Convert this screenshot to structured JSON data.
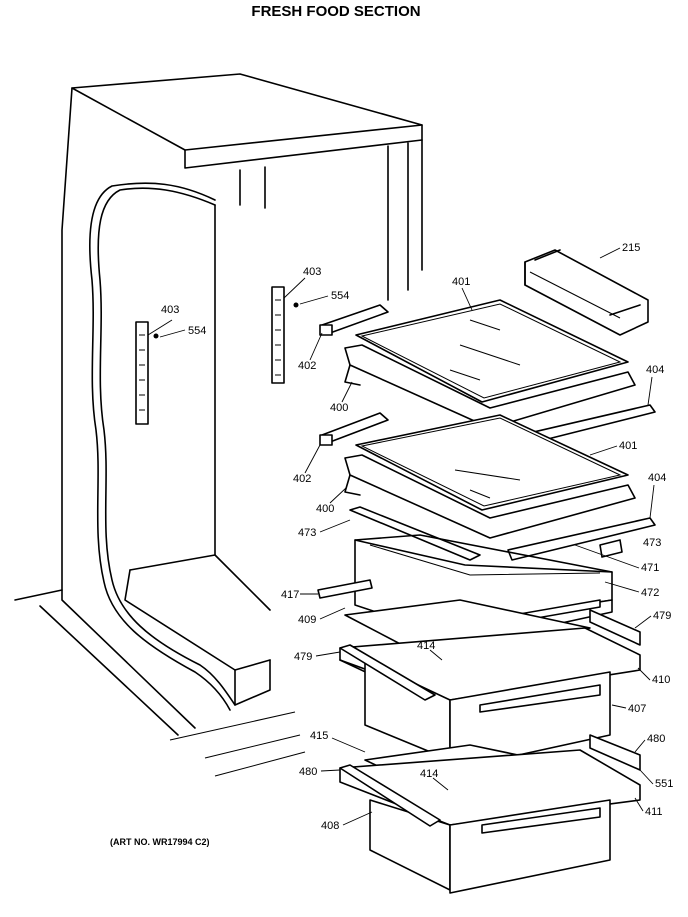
{
  "header": {
    "title": "FRESH FOOD SECTION"
  },
  "footer": {
    "art_number": "(ART NO. WR17994 C2)"
  },
  "callouts": {
    "c215": "215",
    "c401a": "401",
    "c401b": "401",
    "c403a": "403",
    "c403b": "403",
    "c554a": "554",
    "c554b": "554",
    "c402a": "402",
    "c402b": "402",
    "c400a": "400",
    "c400b": "400",
    "c404a": "404",
    "c404b": "404",
    "c473a": "473",
    "c473b": "473",
    "c471": "471",
    "c472": "472",
    "c417": "417",
    "c409": "409",
    "c479a": "479",
    "c479b": "479",
    "c414a": "414",
    "c414b": "414",
    "c410": "410",
    "c407": "407",
    "c415": "415",
    "c480a": "480",
    "c480b": "480",
    "c551": "551",
    "c411": "411",
    "c408": "408"
  }
}
